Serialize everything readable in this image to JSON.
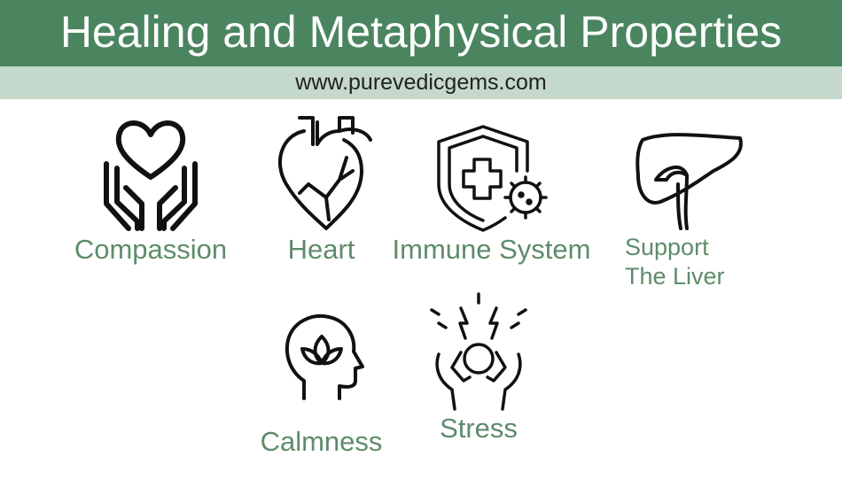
{
  "header": {
    "title": "Healing and Metaphysical Properties",
    "url": "www.purevedicgems.com"
  },
  "colors": {
    "header_bg": "#4a8560",
    "subheader_bg": "#c4d9cb",
    "label": "#5e8c6b"
  },
  "properties": [
    {
      "label": "Compassion",
      "icon": "heart-in-hands-icon"
    },
    {
      "label": "Heart",
      "icon": "anatomical-heart-icon"
    },
    {
      "label": "Immune System",
      "icon": "shield-virus-icon"
    },
    {
      "label_line1": "Support",
      "label_line2": "The Liver",
      "icon": "liver-icon"
    },
    {
      "label": "Calmness",
      "icon": "head-lotus-icon"
    },
    {
      "label": "Stress",
      "icon": "stress-hands-icon"
    }
  ]
}
